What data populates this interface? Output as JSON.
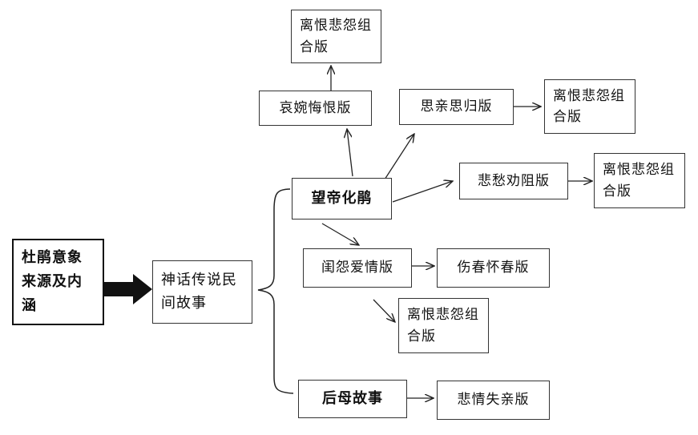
{
  "nodes": {
    "root": "杜鹃意象来源及内涵",
    "legend": "神话传说民间故事",
    "wangdi": "望帝化鹃",
    "houmu": "后母故事",
    "aiwan": "哀婉悔恨版",
    "sigui": "思亲思归版",
    "beichou": "悲愁劝阻版",
    "guiyuan": "闺怨爱情版",
    "shangchun": "伤春怀春版",
    "beiqing": "悲情失亲版",
    "combo_top": "离恨悲怨组合版",
    "combo_sigui": "离恨悲怨组合版",
    "combo_beichou": "离恨悲怨组合版",
    "combo_guiyuan": "离恨悲怨组合版"
  }
}
